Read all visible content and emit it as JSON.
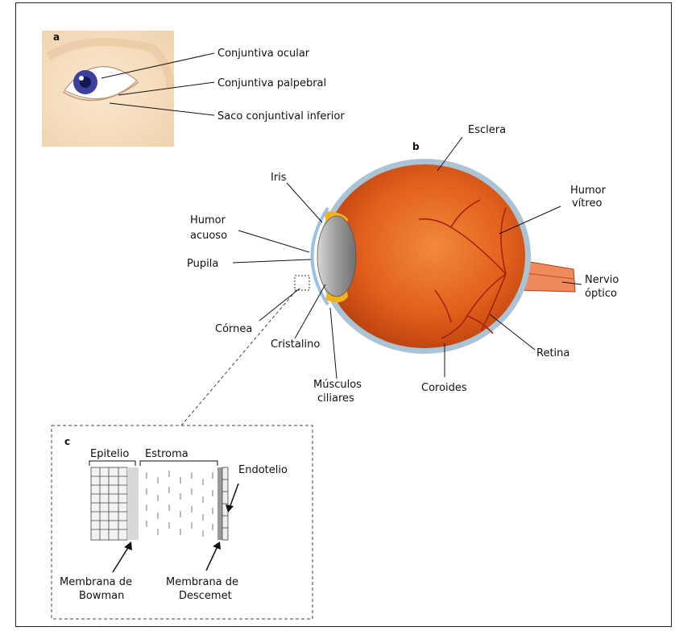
{
  "panels": {
    "a": "a",
    "b": "b",
    "c": "c"
  },
  "panel_a": {
    "labels": [
      "Conjuntiva ocular",
      "Conjuntiva palpebral",
      "Saco conjuntival inferior"
    ]
  },
  "panel_b": {
    "esclera": "Esclera",
    "iris": "Iris",
    "humor_acuoso": [
      "Humor",
      "acuoso"
    ],
    "pupila": "Pupila",
    "cornea": "Córnea",
    "cristalino": "Cristalino",
    "musculos_ciliares": [
      "Músculos",
      "ciliares"
    ],
    "coroides": "Coroides",
    "retina": "Retina",
    "nervio_optico": [
      "Nervio",
      "óptico"
    ],
    "humor_vitreo": [
      "Humor",
      "vítreo"
    ]
  },
  "panel_c": {
    "epitelio": "Epitelio",
    "estroma": "Estroma",
    "endotelio": "Endotelio",
    "bowman": [
      "Membrana de",
      "Bowman"
    ],
    "descemet": [
      "Membrana de",
      "Descemet"
    ]
  },
  "colors": {
    "eyeball": "#e8641e",
    "sclera_rim": "#aac4d6",
    "lens": "#a8a8a8",
    "vessel": "#a8200c",
    "iris_yellow": "#f3b21b"
  }
}
